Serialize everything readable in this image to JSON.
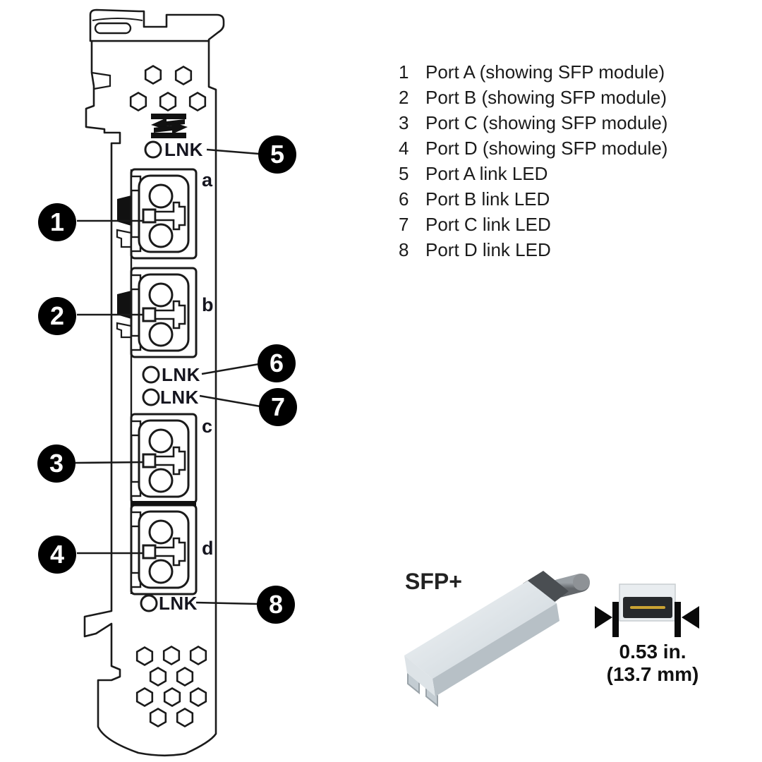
{
  "figure": {
    "legend": {
      "items": [
        {
          "number": "1",
          "label": "Port A (showing SFP module)"
        },
        {
          "number": "2",
          "label": "Port B (showing SFP module)"
        },
        {
          "number": "3",
          "label": "Port C (showing SFP module)"
        },
        {
          "number": "4",
          "label": "Port D (showing SFP module)"
        },
        {
          "number": "5",
          "label": "Port A link LED"
        },
        {
          "number": "6",
          "label": "Port B link LED"
        },
        {
          "number": "7",
          "label": "Port C link LED"
        },
        {
          "number": "8",
          "label": "Port D link LED"
        }
      ]
    },
    "callouts": [
      {
        "number": "1"
      },
      {
        "number": "2"
      },
      {
        "number": "3"
      },
      {
        "number": "4"
      },
      {
        "number": "5"
      },
      {
        "number": "6"
      },
      {
        "number": "7"
      },
      {
        "number": "8"
      }
    ],
    "ports": [
      {
        "letter": "a"
      },
      {
        "letter": "b"
      },
      {
        "letter": "c"
      },
      {
        "letter": "d"
      }
    ],
    "leds": [
      {
        "label": "LNK"
      },
      {
        "label": "LNK"
      },
      {
        "label": "LNK"
      },
      {
        "label": "LNK"
      }
    ],
    "sfp": {
      "title": "SFP+",
      "width_inches": "0.53 in.",
      "width_mm": "(13.7 mm)"
    },
    "colors": {
      "line": "#1a1a1a",
      "callout_bg": "#000000",
      "callout_text": "#ffffff",
      "gold": "#c9a233",
      "module_light": "#e9eef1",
      "module_mid": "#c3ccd2",
      "module_dark": "#4a4e52"
    }
  }
}
